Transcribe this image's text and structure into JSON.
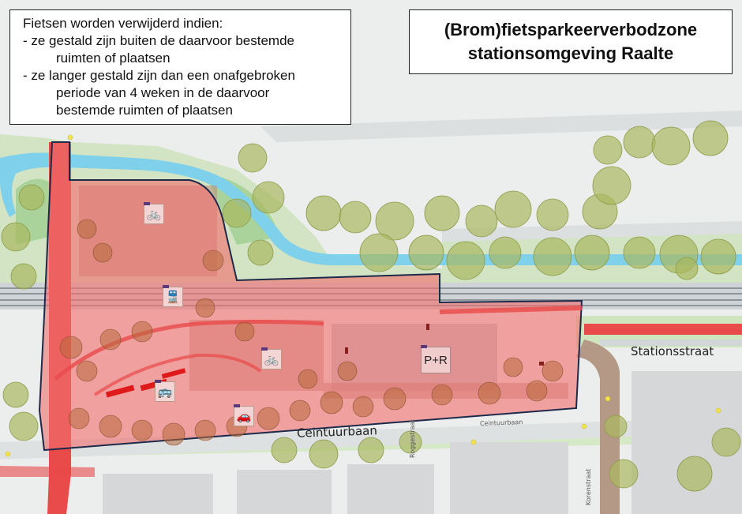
{
  "notice": {
    "heading": "Fietsen worden verwijderd indien:",
    "items": [
      {
        "first": "- ze gestald zijn buiten de daarvoor bestemde",
        "rest": [
          "ruimten of plaatsen"
        ]
      },
      {
        "first": "- ze langer gestald zijn dan een onafgebroken",
        "rest": [
          "periode van 4 weken in de daarvoor",
          "bestemde ruimten of plaatsen"
        ]
      }
    ]
  },
  "title": {
    "line1": "(Brom)fietsparkeerverbodzone",
    "line2": "stationsomgeving Raalte"
  },
  "streets": {
    "stationsstraat": "Stationsstraat",
    "ceintuurbaan": "Ceintuurbaan",
    "ceintuurbaan_small": "Ceintuurbaan",
    "roggestraat": "Roggestraat",
    "korenstraat": "Korenstraat"
  },
  "icons": {
    "bike_parking_north": "bicycle-parking-icon",
    "train": "train-icon",
    "bike_parking_south": "bicycle-parking-icon",
    "bus": "bus-icon",
    "kiss_and_ride": "kiss-and-ride-icon",
    "park_and_ride_label": "P+R"
  },
  "colors": {
    "zone_fill": "#f07070",
    "zone_border": "#1e2a4a",
    "water": "#7fd0ea",
    "green": "#b9d99a",
    "tree": "#a9b860",
    "bike_path": "#e94a4a"
  }
}
